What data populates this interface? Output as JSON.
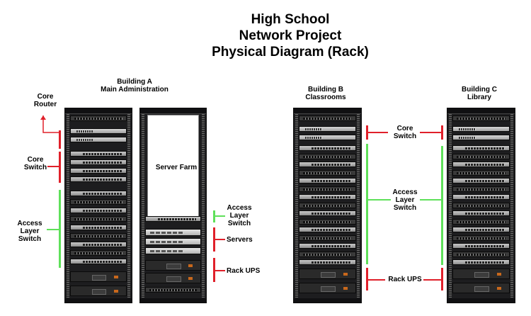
{
  "title": {
    "line1": "High School",
    "line2": "Network Project",
    "line3": "Physical Diagram (Rack)"
  },
  "buildings": {
    "a": {
      "name": "Building A",
      "sub": "Main Administration"
    },
    "b": {
      "name": "Building B",
      "sub": "Classrooms"
    },
    "c": {
      "name": "Building C",
      "sub": "Library"
    }
  },
  "labels": {
    "core_router": [
      "Core",
      "Router"
    ],
    "core_switch_a": [
      "Core",
      "Switch"
    ],
    "access_layer_a": [
      "Access",
      "Layer",
      "Switch"
    ],
    "server_farm": "Server Farm",
    "access_layer_farm": [
      "Access",
      "Layer",
      "Switch"
    ],
    "servers": "Servers",
    "rack_ups_a": "Rack UPS",
    "core_switch_bc": [
      "Core",
      "Switch"
    ],
    "access_layer_bc": [
      "Access",
      "Layer",
      "Switch"
    ],
    "rack_ups_bc": "Rack UPS"
  },
  "colors": {
    "red": "#e0202a",
    "green": "#5fe05a",
    "rack": "#1d1d1f"
  }
}
